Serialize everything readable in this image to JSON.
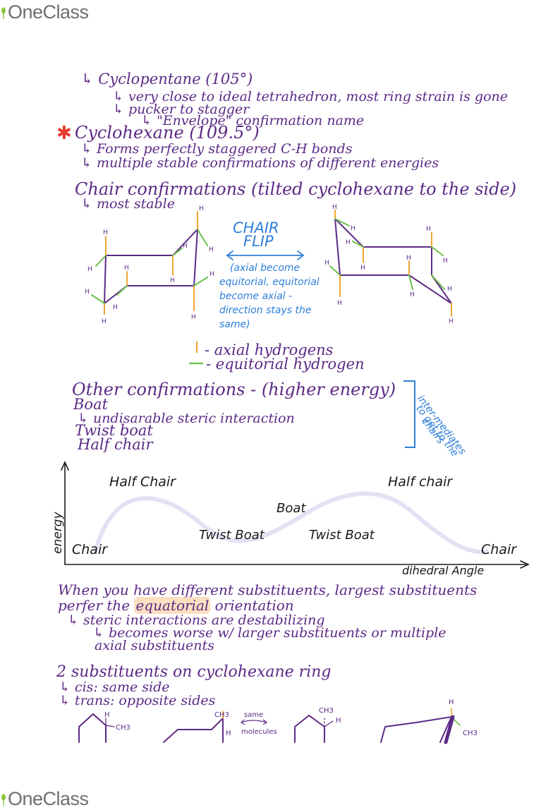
{
  "brand": {
    "name": "OneClass"
  },
  "notes": {
    "cyclopentane": "↳ Cyclopentane (105°)",
    "cp_point1": "↳ very close to ideal tetrahedron, most ring strain is gone",
    "cp_point2": "↳ pucker to stagger",
    "cp_point3": "↳ \"Envelope\" confirmation name",
    "cyclohexane": "Cyclohexane (109.5°)",
    "ch_point1": "↳ Forms perfectly staggered C-H bonds",
    "ch_point2": "↳ multiple stable confirmations of different energies",
    "chair_heading": "Chair confirmations (tilted cyclohexane to the side)",
    "chair_point1": "↳ most stable",
    "flip_title_1": "CHAIR",
    "flip_title_2": "FLIP",
    "flip_note_1": "(axial become",
    "flip_note_2": "equitorial, equitorial",
    "flip_note_3": "become axial -",
    "flip_note_4": "direction stays the",
    "flip_note_5": "same)",
    "legend_axial": "- axial hydrogens",
    "legend_equatorial": "- equitorial   hydrogen",
    "other_heading": "Other confirmations - (higher energy)",
    "boat": "Boat",
    "boat_point": "↳ undisarable steric interaction",
    "twist_boat": "Twist boat",
    "half_chair": "Half chair",
    "intermediates_1": "inter-mediates",
    "intermediates_2": "to get to the",
    "intermediates_3": "chairs",
    "graph_half_chair_left": "Half Chair",
    "graph_half_chair_right": "Half chair",
    "graph_boat": "Boat",
    "graph_twist_left": "Twist Boat",
    "graph_twist_right": "Twist Boat",
    "graph_chair_left": "Chair",
    "graph_chair_right": "Chair",
    "graph_ylabel": "energy",
    "graph_xlabel": "dihedral Angle",
    "subst_line1_a": "When you have different substituents, largest substituents",
    "subst_line2_a": "perfer the ",
    "subst_line2_hi": "equatorial",
    "subst_line2_b": " orientation",
    "subst_point1": "↳ steric interactions are destabilizing",
    "subst_point2": "↳ becomes worse w/ larger substituents or multiple",
    "subst_point3": "axial substituents",
    "two_subst_heading": "2 substituents on cyclohexane ring",
    "cis": "↳ cis: same side",
    "trans": "↳ trans: opposite sides",
    "same_label_1": "same",
    "same_label_2": "molecules",
    "H": "H",
    "CH3": "CH3"
  },
  "colors": {
    "ink": "#5c2a86",
    "blue": "#2e7fd9",
    "axial": "#f2a533",
    "equatorial": "#6cc04a",
    "star": "#e53b2e",
    "highlight": "#f8c48c",
    "curve": "#e7dff3"
  }
}
